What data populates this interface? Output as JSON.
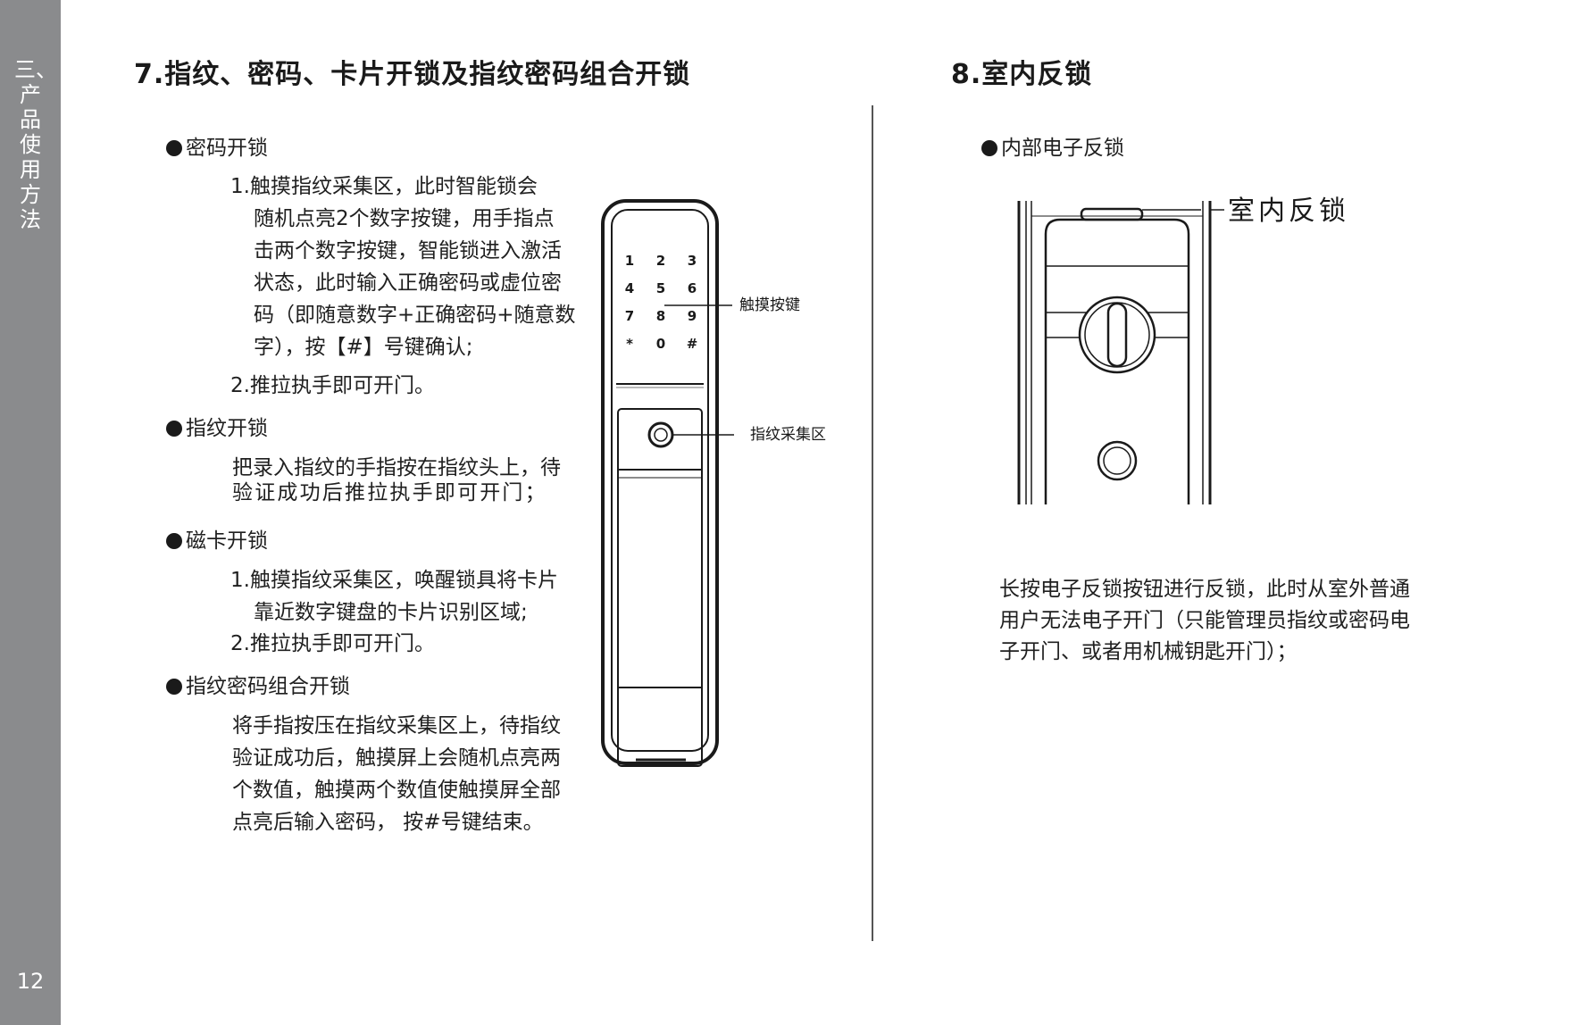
{
  "sidebar": {
    "section_title": "三、产品使用方法",
    "page_number": "12"
  },
  "left": {
    "heading": "7.指纹、密码、卡片开锁及指纹密码组合开锁",
    "password": {
      "title": "密码开锁",
      "steps": [
        "1.触摸指纹采集区，此时智能锁会",
        "随机点亮2个数字按键，用手指点",
        "击两个数字按键，智能锁进入激活",
        "状态，此时输入正确密码或虚位密",
        "码（即随意数字+正确密码+随意数",
        "字），按【#】号键确认;",
        "2.推拉执手即可开门。"
      ]
    },
    "fingerprint": {
      "title": "指纹开锁",
      "lines": [
        "把录入指纹的手指按在指纹头上，待",
        "验证成功后推拉执手即可开门；"
      ]
    },
    "card": {
      "title": "磁卡开锁",
      "lines": [
        "1.触摸指纹采集区，唤醒锁具将卡片",
        "靠近数字键盘的卡片识别区域;",
        "2.推拉执手即可开门。"
      ]
    },
    "combo": {
      "title": "指纹密码组合开锁",
      "lines": [
        "将手指按压在指纹采集区上，待指纹",
        "验证成功后，触摸屏上会随机点亮两",
        "个数值，触摸两个数值使触摸屏全部",
        "点亮后输入密码， 按#号键结束。"
      ]
    },
    "diagram": {
      "keys": [
        "1",
        "2",
        "3",
        "4",
        "5",
        "6",
        "7",
        "8",
        "9",
        "*",
        "0",
        "#"
      ],
      "label_keypad": "触摸按键",
      "label_sensor": "指纹采集区"
    }
  },
  "right": {
    "heading": "8.室内反锁",
    "bullet": "内部电子反锁",
    "diagram_label": "室内反锁",
    "lines": [
      "长按电子反锁按钮进行反锁，此时从室外普通",
      "用户无法电子开门（只能管理员指纹或密码电",
      "子开门、或者用机械钥匙开门）；"
    ]
  },
  "colors": {
    "sidebar": "#8a8b8d",
    "text": "#1f1f1f",
    "line": "#333333"
  }
}
